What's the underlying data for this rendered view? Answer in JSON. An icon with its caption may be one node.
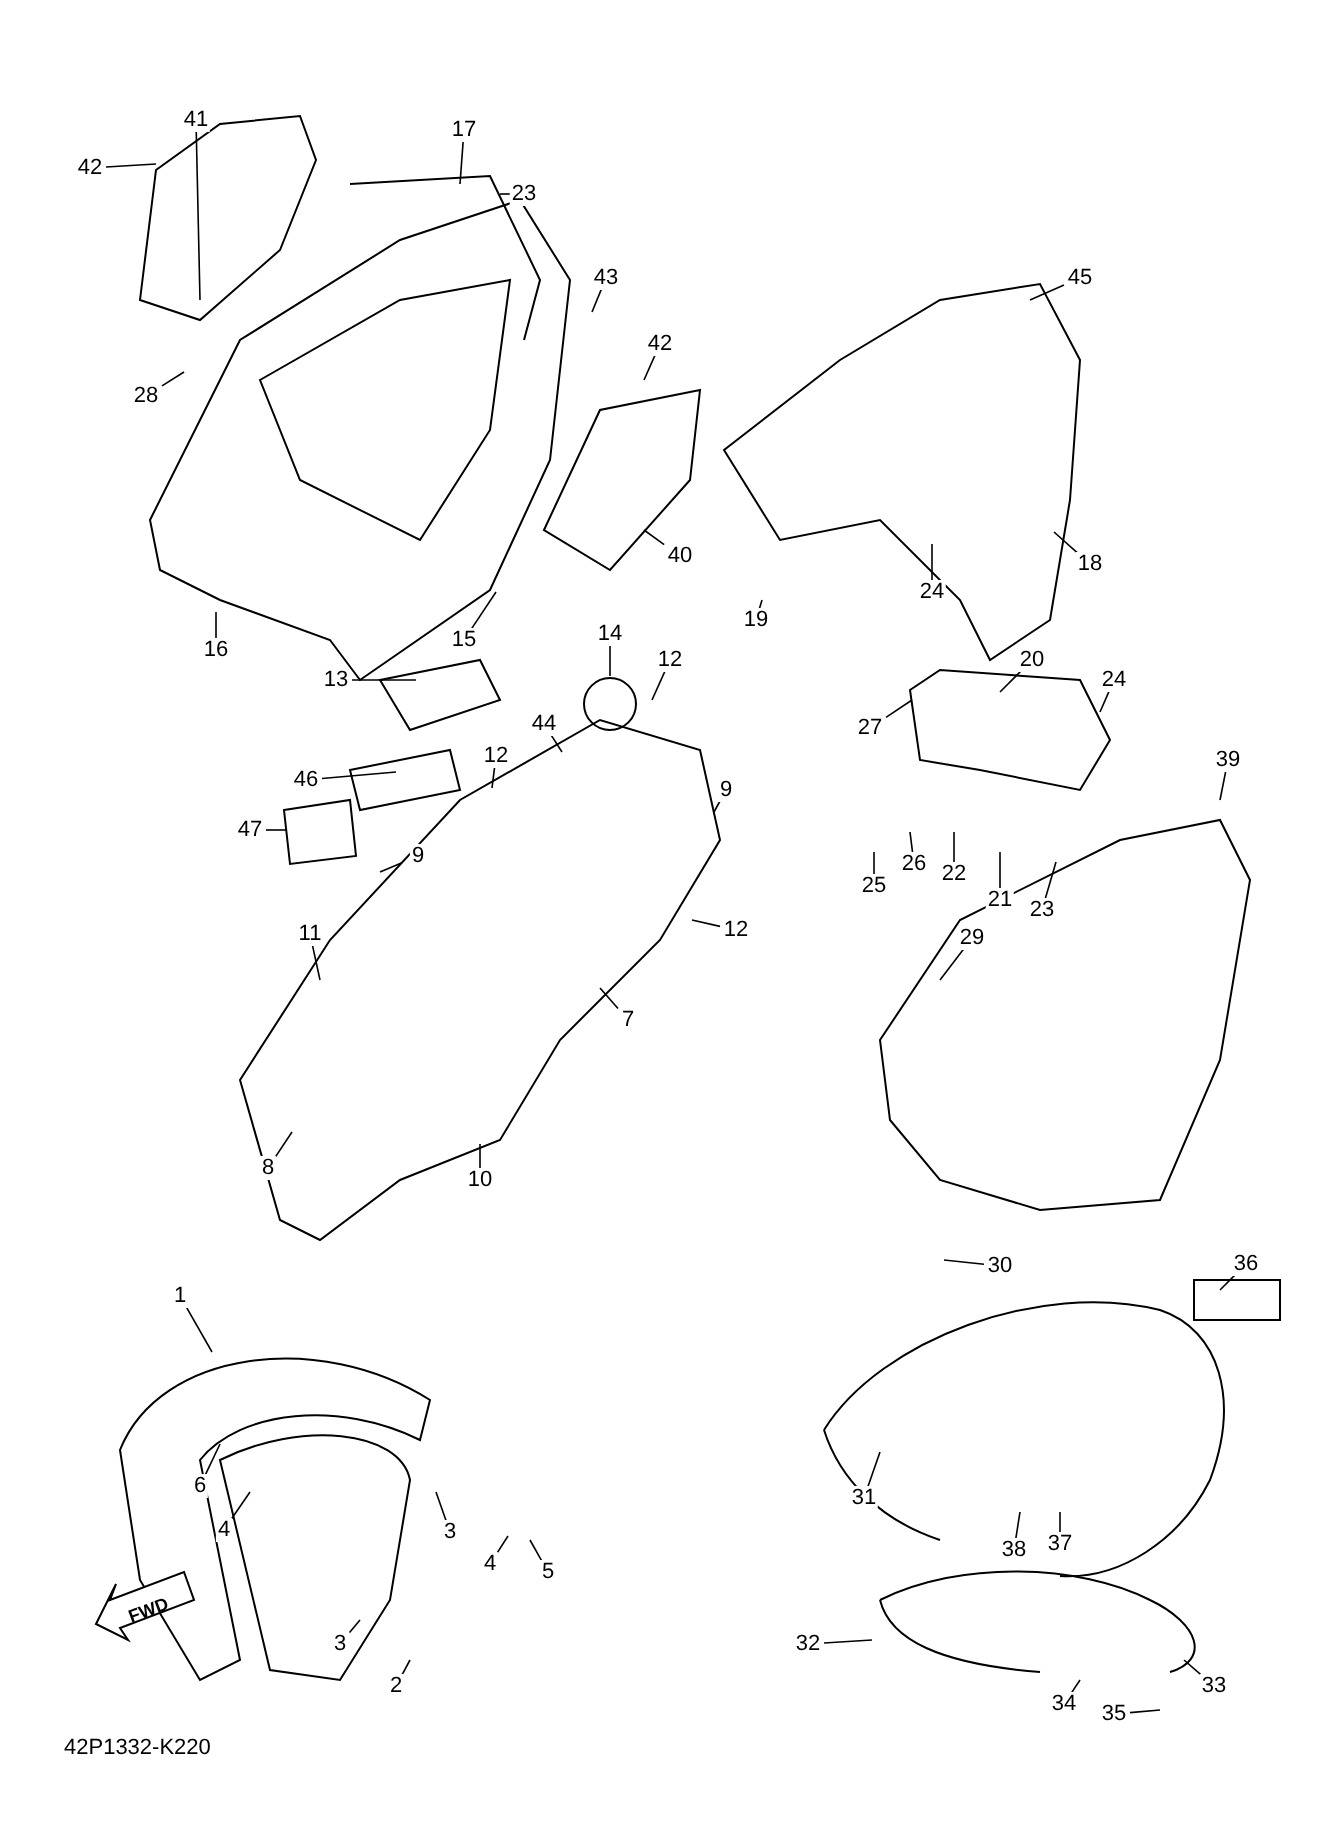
{
  "diagram": {
    "nodes": [
      {
        "text": [
          "41"
        ]
      },
      {
        "text": [
          "42"
        ]
      },
      {
        "text": [
          "17"
        ]
      },
      {
        "text": [
          "23"
        ]
      },
      {
        "text": [
          "28"
        ]
      },
      {
        "text": [
          "16"
        ]
      },
      {
        "text": [
          "15"
        ]
      },
      {
        "text": [
          "43"
        ]
      },
      {
        "text": [
          "42"
        ]
      },
      {
        "text": [
          "40"
        ]
      },
      {
        "text": [
          "45"
        ]
      },
      {
        "text": [
          "24"
        ]
      },
      {
        "text": [
          "18"
        ]
      },
      {
        "text": [
          "19"
        ]
      },
      {
        "text": [
          "14"
        ]
      },
      {
        "text": [
          "12"
        ]
      },
      {
        "text": [
          "13"
        ]
      },
      {
        "text": [
          "44"
        ]
      },
      {
        "text": [
          "46"
        ]
      },
      {
        "text": [
          "12"
        ]
      },
      {
        "text": [
          "47"
        ]
      },
      {
        "text": [
          "9"
        ]
      },
      {
        "text": [
          "9"
        ]
      },
      {
        "text": [
          "12"
        ]
      },
      {
        "text": [
          "11"
        ]
      },
      {
        "text": [
          "7"
        ]
      },
      {
        "text": [
          "8"
        ]
      },
      {
        "text": [
          "10"
        ]
      },
      {
        "text": [
          "20"
        ]
      },
      {
        "text": [
          "24"
        ]
      },
      {
        "text": [
          "27"
        ]
      },
      {
        "text": [
          "39"
        ]
      },
      {
        "text": [
          "26"
        ]
      },
      {
        "text": [
          "22"
        ]
      },
      {
        "text": [
          "21"
        ]
      },
      {
        "text": [
          "25"
        ]
      },
      {
        "text": [
          "23"
        ]
      },
      {
        "text": [
          "29"
        ]
      },
      {
        "text": [
          "30"
        ]
      },
      {
        "text": [
          "36"
        ]
      },
      {
        "text": [
          "1"
        ]
      },
      {
        "text": [
          "6"
        ]
      },
      {
        "text": [
          "4"
        ]
      },
      {
        "text": [
          "3"
        ]
      },
      {
        "text": [
          "4"
        ]
      },
      {
        "text": [
          "5"
        ]
      },
      {
        "text": [
          "3"
        ]
      },
      {
        "text": [
          "2"
        ]
      },
      {
        "text": [
          "31"
        ]
      },
      {
        "text": [
          "38"
        ]
      },
      {
        "text": [
          "37"
        ]
      },
      {
        "text": [
          "32"
        ]
      },
      {
        "text": [
          "33"
        ]
      },
      {
        "text": [
          "34"
        ]
      },
      {
        "text": [
          "35"
        ]
      }
    ],
    "edges": [
      {
        "from": 0,
        "to": null,
        "arrow": "none"
      },
      {
        "from": 1,
        "to": null,
        "arrow": "none"
      },
      {
        "from": 2,
        "to": null,
        "arrow": "none"
      },
      {
        "from": 3,
        "to": null,
        "arrow": "none"
      },
      {
        "from": 4,
        "to": null,
        "arrow": "none"
      },
      {
        "from": 5,
        "to": null,
        "arrow": "none"
      },
      {
        "from": 6,
        "to": null,
        "arrow": "none"
      },
      {
        "from": 7,
        "to": null,
        "arrow": "none"
      },
      {
        "from": 8,
        "to": null,
        "arrow": "none"
      },
      {
        "from": 9,
        "to": null,
        "arrow": "none"
      },
      {
        "from": 10,
        "to": null,
        "arrow": "none"
      },
      {
        "from": 11,
        "to": null,
        "arrow": "none"
      },
      {
        "from": 12,
        "to": null,
        "arrow": "none"
      },
      {
        "from": 13,
        "to": null,
        "arrow": "none"
      },
      {
        "from": 14,
        "to": null,
        "arrow": "none"
      },
      {
        "from": 15,
        "to": null,
        "arrow": "none"
      },
      {
        "from": 16,
        "to": null,
        "arrow": "none"
      },
      {
        "from": 17,
        "to": null,
        "arrow": "none"
      },
      {
        "from": 18,
        "to": null,
        "arrow": "none"
      },
      {
        "from": 19,
        "to": null,
        "arrow": "none"
      },
      {
        "from": 20,
        "to": null,
        "arrow": "none"
      },
      {
        "from": 21,
        "to": null,
        "arrow": "none"
      },
      {
        "from": 22,
        "to": null,
        "arrow": "none"
      },
      {
        "from": 23,
        "to": null,
        "arrow": "none"
      },
      {
        "from": 24,
        "to": null,
        "arrow": "none"
      },
      {
        "from": 25,
        "to": null,
        "arrow": "none"
      },
      {
        "from": 26,
        "to": null,
        "arrow": "none"
      },
      {
        "from": 27,
        "to": null,
        "arrow": "none"
      },
      {
        "from": 28,
        "to": null,
        "arrow": "none"
      },
      {
        "from": 29,
        "to": null,
        "arrow": "none"
      },
      {
        "from": 30,
        "to": null,
        "arrow": "none"
      },
      {
        "from": 31,
        "to": null,
        "arrow": "none"
      },
      {
        "from": 32,
        "to": null,
        "arrow": "none"
      },
      {
        "from": 33,
        "to": null,
        "arrow": "none"
      },
      {
        "from": 34,
        "to": null,
        "arrow": "none"
      },
      {
        "from": 35,
        "to": null,
        "arrow": "none"
      },
      {
        "from": 36,
        "to": null,
        "arrow": "none"
      },
      {
        "from": 37,
        "to": null,
        "arrow": "none"
      },
      {
        "from": 38,
        "to": null,
        "arrow": "none"
      },
      {
        "from": 39,
        "to": null,
        "arrow": "none"
      },
      {
        "from": 40,
        "to": null,
        "arrow": "none"
      },
      {
        "from": 41,
        "to": null,
        "arrow": "none"
      },
      {
        "from": 42,
        "to": null,
        "arrow": "none"
      },
      {
        "from": 43,
        "to": null,
        "arrow": "none"
      },
      {
        "from": 44,
        "to": null,
        "arrow": "none"
      },
      {
        "from": 45,
        "to": null,
        "arrow": "none"
      },
      {
        "from": 46,
        "to": null,
        "arrow": "none"
      },
      {
        "from": 47,
        "to": null,
        "arrow": "none"
      },
      {
        "from": 48,
        "to": null,
        "arrow": "none"
      },
      {
        "from": 49,
        "to": null,
        "arrow": "none"
      },
      {
        "from": 50,
        "to": null,
        "arrow": "none"
      },
      {
        "from": 51,
        "to": null,
        "arrow": "none"
      },
      {
        "from": 52,
        "to": null,
        "arrow": "none"
      },
      {
        "from": 53,
        "to": null,
        "arrow": "none"
      },
      {
        "from": 54,
        "to": null,
        "arrow": "none"
      }
    ],
    "labels": [
      "FWD",
      "42P1332-K220"
    ]
  }
}
